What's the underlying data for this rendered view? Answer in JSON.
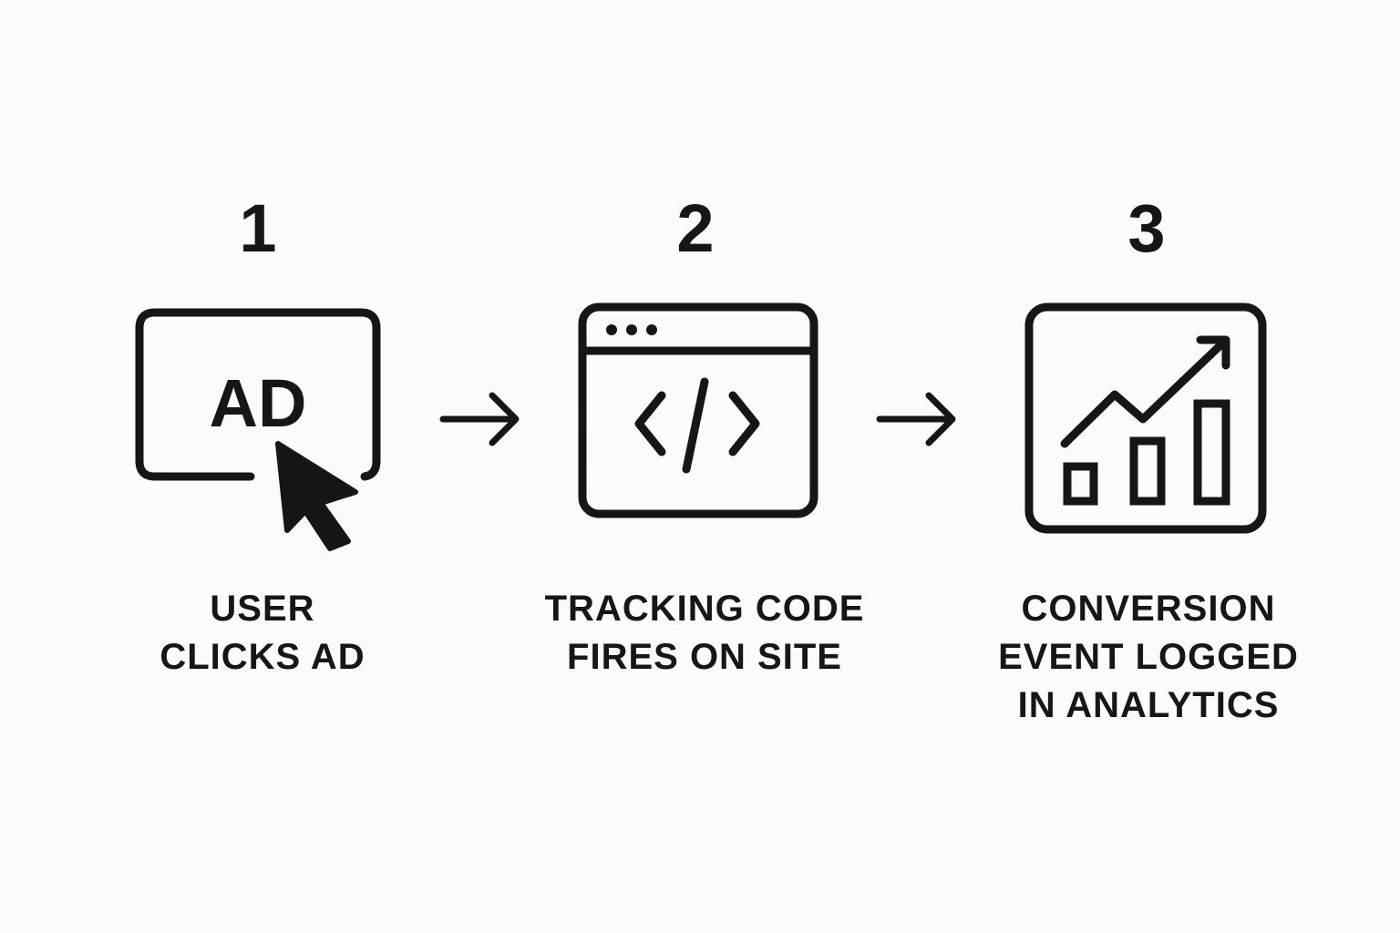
{
  "steps": [
    {
      "number": "1",
      "icon": "ad-click-icon",
      "icon_text": "AD",
      "label_lines": [
        "USER",
        "CLICKS AD"
      ]
    },
    {
      "number": "2",
      "icon": "browser-code-icon",
      "label_lines": [
        "TRACKING CODE",
        "FIRES ON SITE"
      ]
    },
    {
      "number": "3",
      "icon": "analytics-chart-icon",
      "label_lines": [
        "CONVERSION",
        "EVENT LOGGED",
        "IN ANALYTICS"
      ]
    }
  ],
  "connectors": [
    "right-arrow-icon",
    "right-arrow-icon"
  ],
  "colors": {
    "background": "#fbfbfb",
    "ink": "#161616"
  }
}
